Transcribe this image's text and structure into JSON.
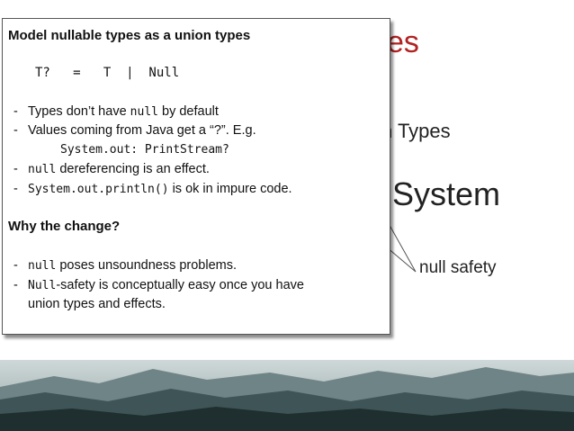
{
  "background_slide": {
    "title_fragment": "es",
    "line1_fragment": "n Types",
    "line2_fragment": "System",
    "line3_fragment": "null safety"
  },
  "popup": {
    "heading": "Model nullable types as a union types",
    "formula": "T?   =   T  |  Null",
    "bullets1": [
      {
        "dash": "-",
        "pre": "Types don’t have ",
        "code": "null",
        "post": " by default"
      },
      {
        "dash": "-",
        "pre": "Values coming from Java get a “?”. E.g.",
        "code": "",
        "post": ""
      }
    ],
    "example_code": "System.out: PrintStream?",
    "bullets2": [
      {
        "dash": "-",
        "pre": "",
        "code": "null",
        "post": "  dereferencing is an effect."
      },
      {
        "dash": "-",
        "pre": "",
        "code": "System.out.println()",
        "post": "  is ok in impure code."
      }
    ],
    "why_heading": "Why the change?",
    "bullets3": [
      {
        "dash": "-",
        "pre": "",
        "code": "null",
        "post": "  poses unsoundness problems."
      },
      {
        "dash": "-",
        "pre": "",
        "code": "Null",
        "post": "-safety is conceptually easy once you have"
      }
    ],
    "continuation": "union types and effects."
  },
  "colors": {
    "title_red": "#b22222",
    "text": "#111111",
    "border": "#555555"
  },
  "icons": {
    "pointer": "callout-pointer-icon",
    "landscape": "mountain-landscape-icon"
  }
}
